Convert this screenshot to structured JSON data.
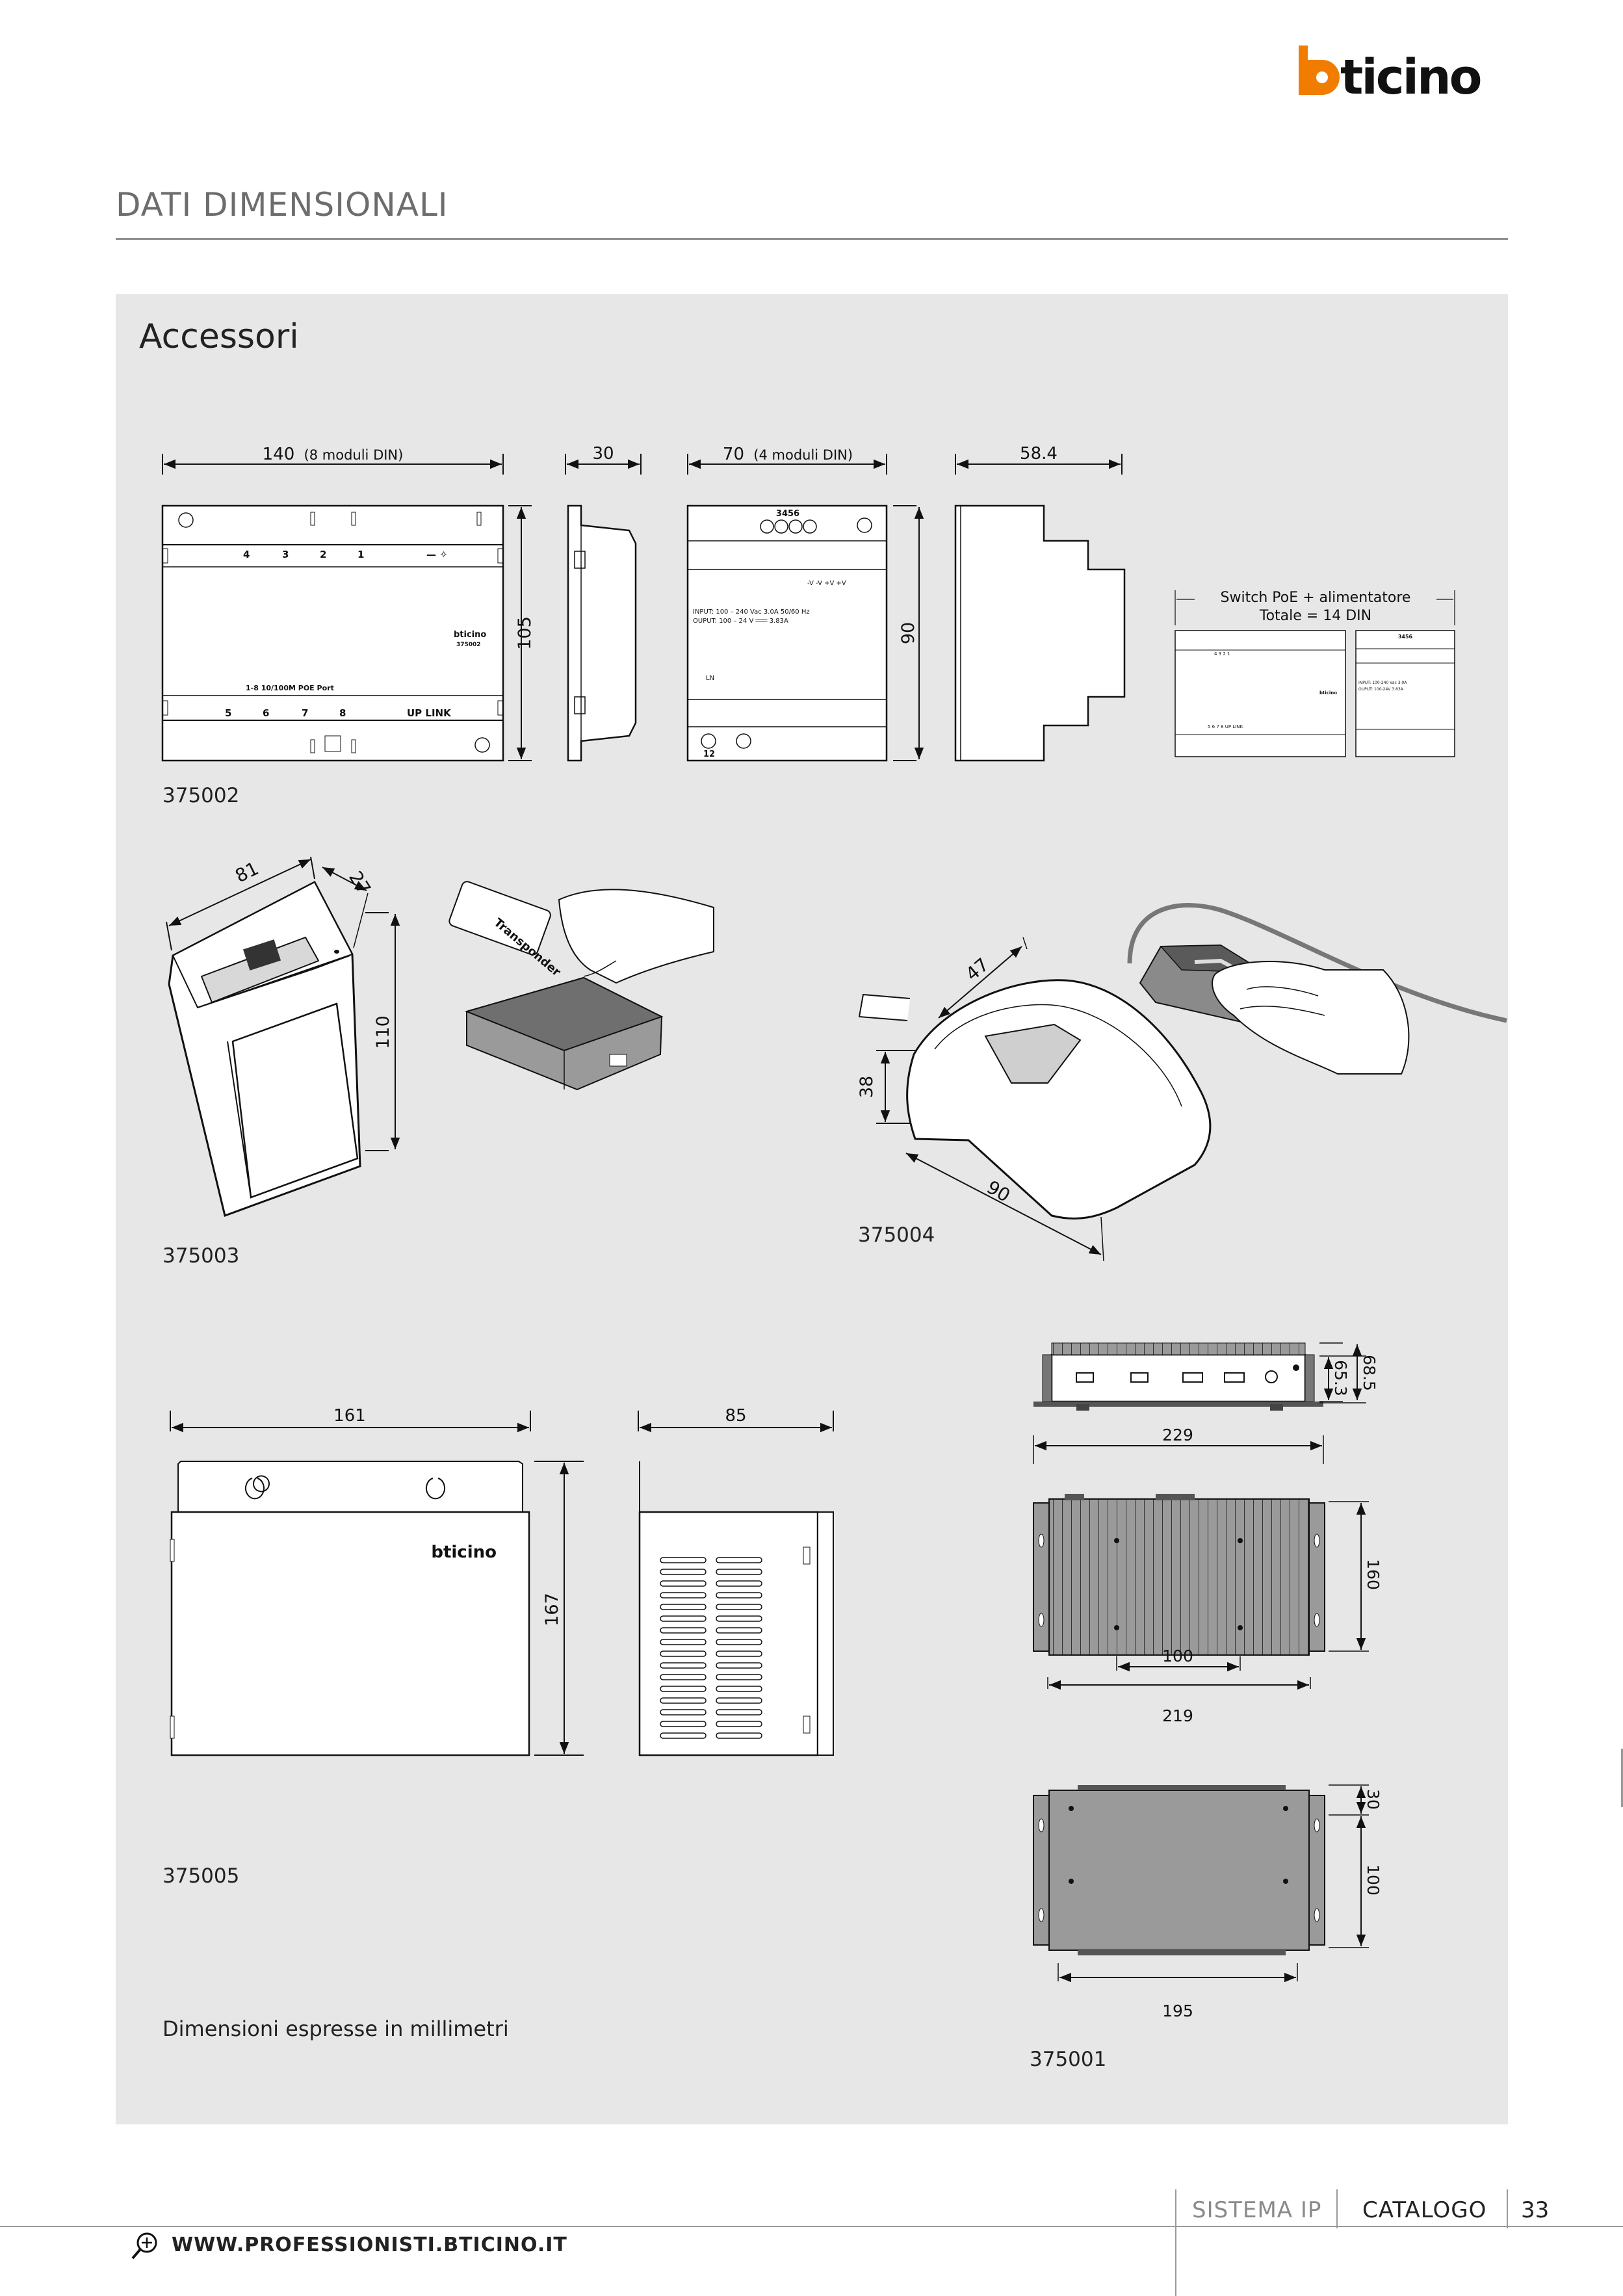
{
  "brand": {
    "logo_text": "bticino",
    "accent": "#f07d00",
    "ink": "#111111"
  },
  "header": {
    "section_title": "DATI DIMENSIONALI"
  },
  "panel": {
    "title": "Accessori",
    "background": "#e7e7e7"
  },
  "products": {
    "p375002": {
      "code": "375002",
      "dims": {
        "width_label_num": "140",
        "width_label_note": "(8 moduli DIN)",
        "depth": "30",
        "height": "105"
      },
      "front_labels": {
        "top_ports": [
          "4",
          "3",
          "2",
          "1"
        ],
        "bottom_ports": [
          "5",
          "6",
          "7",
          "8"
        ],
        "port_note": "1-8 10/100M POE Port",
        "uplink": "UP LINK",
        "minus_plus": "— ✧",
        "brand": "bticino",
        "model": "375002"
      }
    },
    "power_supply": {
      "dims": {
        "width_label_num": "70",
        "width_label_note": "(4 moduli DIN)",
        "depth": "58.4",
        "height": "90"
      },
      "labels": {
        "terminals_top": "3456",
        "volt_row": "-V -V +V +V",
        "input": "INPUT:  100 – 240 Vac     3.0A   50/60 Hz",
        "output": "OUPUT: 100 – 24 V ═══ 3.83A",
        "ln": "LN",
        "terminals_bottom": "12"
      }
    },
    "combo": {
      "caption_line1": "Switch PoE + alimentatore",
      "caption_line2": "Totale = 14 DIN"
    },
    "p375003": {
      "code": "375003",
      "dims": {
        "width": "81",
        "depth": "27",
        "height": "110"
      },
      "card_label": "Transponder"
    },
    "p375004": {
      "code": "375004",
      "dims": {
        "width": "47",
        "height": "38",
        "length": "90"
      }
    },
    "p375005": {
      "code": "375005",
      "dims": {
        "width": "161",
        "depth": "85",
        "height": "167"
      },
      "brand": "bticino"
    },
    "p375001": {
      "code": "375001",
      "dims": {
        "front_inner": "65.3",
        "front_outer": "68.5",
        "top_width": "229",
        "top_height": "160",
        "top_inner": "100",
        "top_outer": "219",
        "bottom_top": "30",
        "bottom_height": "100",
        "bottom_width": "195"
      }
    }
  },
  "footnote": "Dimensioni espresse in millimetri",
  "footer": {
    "section": "SISTEMA IP",
    "catalog": "CATALOGO",
    "page": "33",
    "url": "WWW.PROFESSIONISTI.BTICINO.IT"
  }
}
